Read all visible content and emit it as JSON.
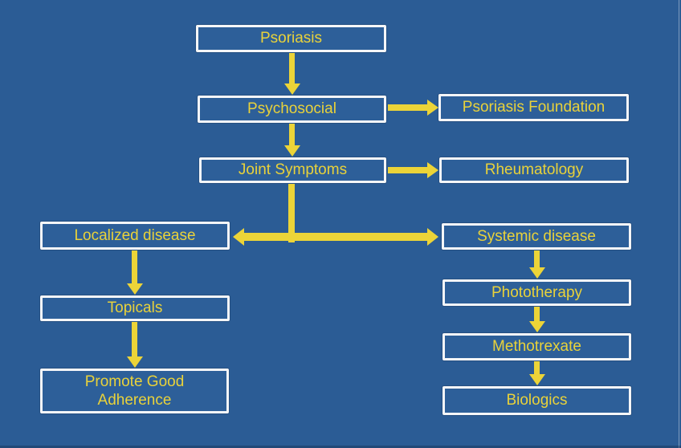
{
  "colors": {
    "bg": "#2b5c95",
    "box_fill": "#2d5f99",
    "box_border": "#f5f6f8",
    "text_yellow": "#e9d23a",
    "arrow_yellow": "#ecd438"
  },
  "diagram": {
    "type": "flowchart",
    "nodes": {
      "psoriasis": {
        "label": "Psoriasis"
      },
      "psychosocial": {
        "label": "Psychosocial"
      },
      "psoriasis_foundation": {
        "label": "Psoriasis Foundation"
      },
      "joint_symptoms": {
        "label": "Joint Symptoms"
      },
      "rheumatology": {
        "label": "Rheumatology"
      },
      "localized_disease": {
        "label": "Localized disease"
      },
      "systemic_disease": {
        "label": "Systemic disease"
      },
      "topicals": {
        "label": "Topicals"
      },
      "phototherapy": {
        "label": "Phototherapy"
      },
      "promote_good_adherence": {
        "label": "Promote Good\nAdherence"
      },
      "methotrexate": {
        "label": "Methotrexate"
      },
      "biologics": {
        "label": "Biologics"
      }
    },
    "edges": [
      {
        "from": "psoriasis",
        "to": "psychosocial",
        "direction": "down"
      },
      {
        "from": "psychosocial",
        "to": "psoriasis_foundation",
        "direction": "right"
      },
      {
        "from": "psychosocial",
        "to": "joint_symptoms",
        "direction": "down"
      },
      {
        "from": "joint_symptoms",
        "to": "rheumatology",
        "direction": "right"
      },
      {
        "from": "joint_symptoms",
        "to": "localized_disease",
        "direction": "down-left"
      },
      {
        "from": "joint_symptoms",
        "to": "systemic_disease",
        "direction": "down-right"
      },
      {
        "from": "localized_disease",
        "to": "topicals",
        "direction": "down"
      },
      {
        "from": "topicals",
        "to": "promote_good_adherence",
        "direction": "down"
      },
      {
        "from": "systemic_disease",
        "to": "phototherapy",
        "direction": "down"
      },
      {
        "from": "phototherapy",
        "to": "methotrexate",
        "direction": "down"
      },
      {
        "from": "methotrexate",
        "to": "biologics",
        "direction": "down"
      }
    ]
  }
}
